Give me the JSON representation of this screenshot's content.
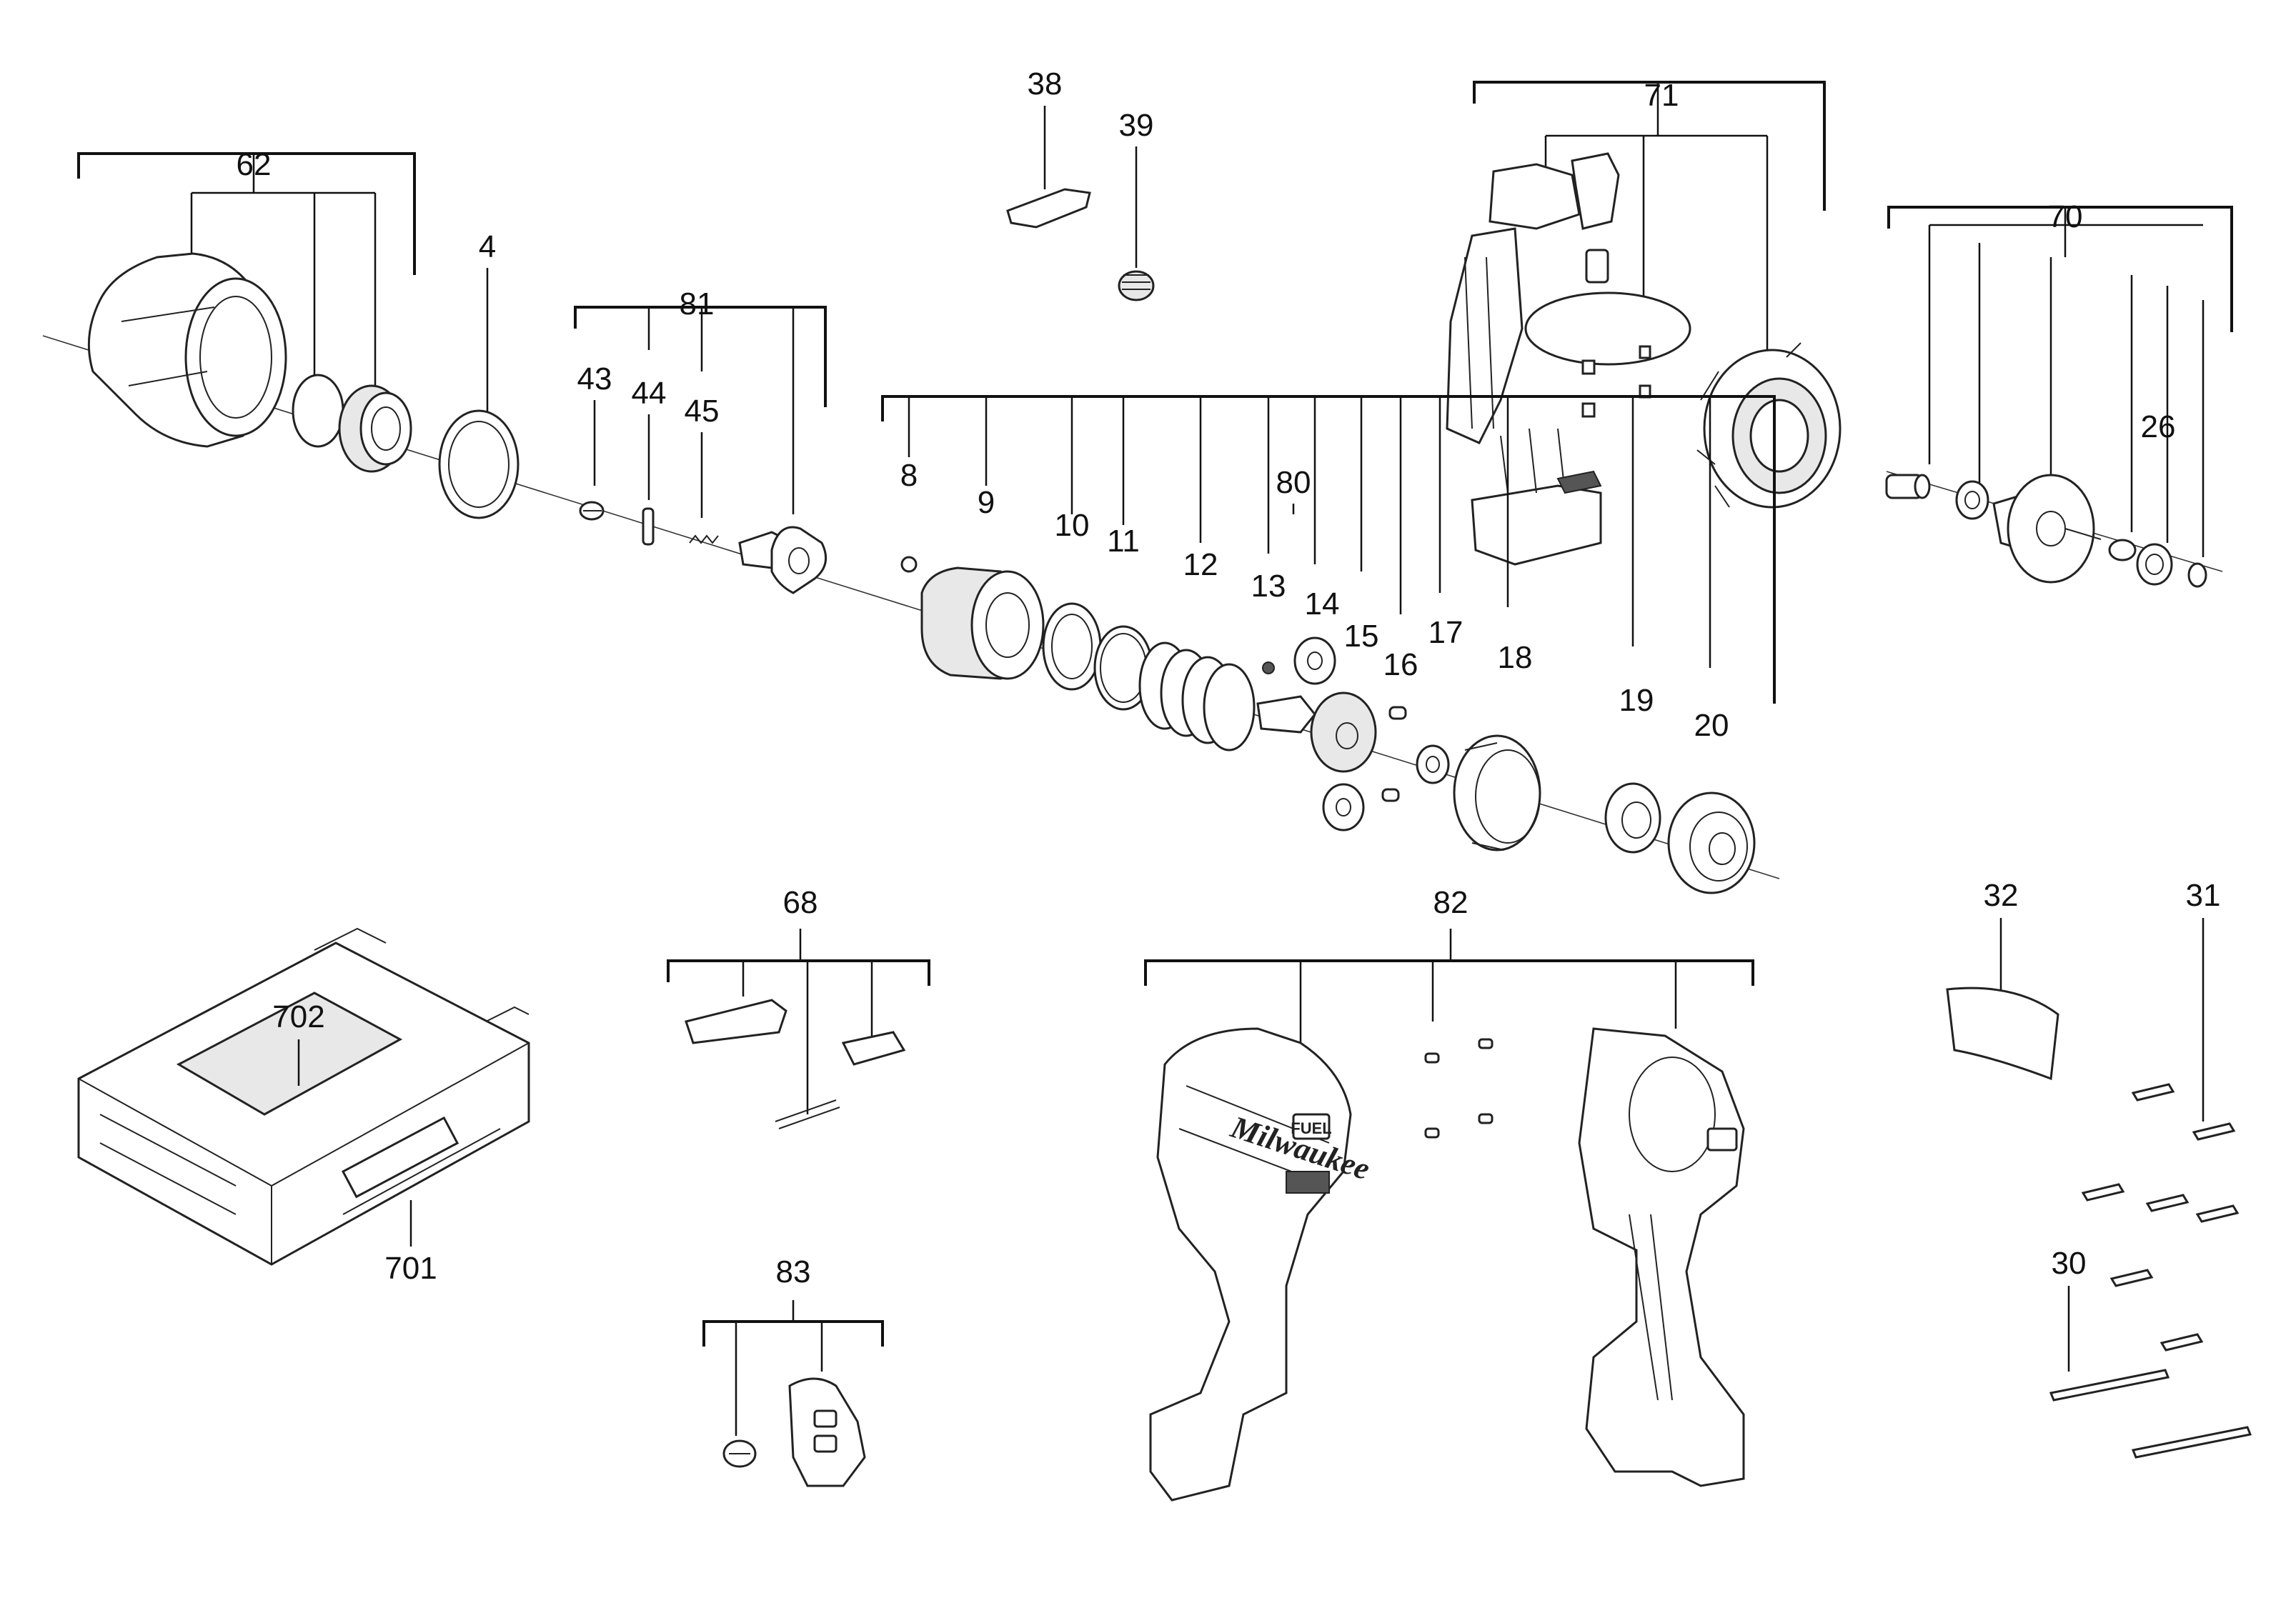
{
  "callouts": {
    "c62": "62",
    "c4": "4",
    "c81": "81",
    "c43": "43",
    "c44": "44",
    "c45": "45",
    "c38": "38",
    "c39": "39",
    "c71": "71",
    "c70": "70",
    "c26": "26",
    "c80": "80",
    "c8": "8",
    "c9": "9",
    "c10": "10",
    "c11": "11",
    "c12": "12",
    "c13": "13",
    "c14": "14",
    "c15": "15",
    "c16": "16",
    "c17": "17",
    "c18": "18",
    "c19": "19",
    "c20": "20",
    "c68": "68",
    "c82": "82",
    "c32": "32",
    "c31": "31",
    "c30": "30",
    "c702": "702",
    "c701": "701",
    "c83": "83"
  },
  "logo_text": "Milwaukee",
  "logo_badge": "FUEL"
}
